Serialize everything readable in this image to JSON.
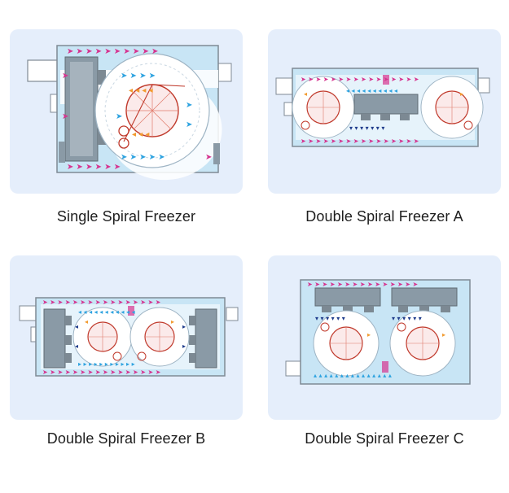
{
  "panels": [
    {
      "caption": "Single Spiral Freezer"
    },
    {
      "caption": "Double Spiral Freezer A"
    },
    {
      "caption": "Double Spiral Freezer B"
    },
    {
      "caption": "Double Spiral Freezer C"
    }
  ],
  "colors": {
    "card_bg": "#e5eefb",
    "housing_fill": "#c8e5f5",
    "housing_border": "#7f8a94",
    "drum_fill": "#ffffff",
    "drum_line": "#c0392b",
    "evaporator": "#8a9aa6",
    "arrow_magenta": "#d6338f",
    "arrow_cyan": "#2ea3e0",
    "arrow_orange": "#f29b30",
    "arrow_navy": "#1f3c8c"
  }
}
